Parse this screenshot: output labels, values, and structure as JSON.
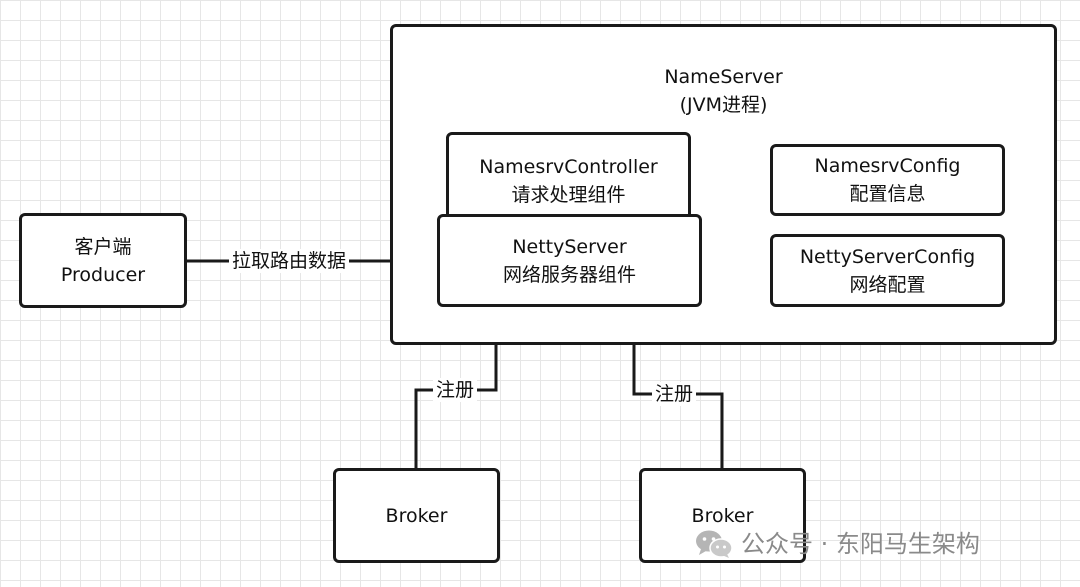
{
  "nameserver": {
    "title_line1": "NameServer",
    "title_line2": "(JVM进程)"
  },
  "client": {
    "line1": "客户端",
    "line2": "Producer"
  },
  "controller": {
    "line1": "NamesrvController",
    "line2": "请求处理组件"
  },
  "netty_server": {
    "line1": "NettyServer",
    "line2": "网络服务器组件"
  },
  "namesrv_config": {
    "line1": "NamesrvConfig",
    "line2": "配置信息"
  },
  "netty_server_config": {
    "line1": "NettyServerConfig",
    "line2": "网络配置"
  },
  "edges": {
    "pull_route": "拉取路由数据",
    "register_left": "注册",
    "register_right": "注册"
  },
  "brokers": [
    {
      "label": "Broker"
    },
    {
      "label": "Broker"
    }
  ],
  "watermark": {
    "icon": "wechat-icon",
    "text": "公众号 · 东阳马生架构"
  },
  "colors": {
    "stroke": "#1a1a1a",
    "grid": "#e6e6e6",
    "watermark": "#8a8a8a"
  }
}
